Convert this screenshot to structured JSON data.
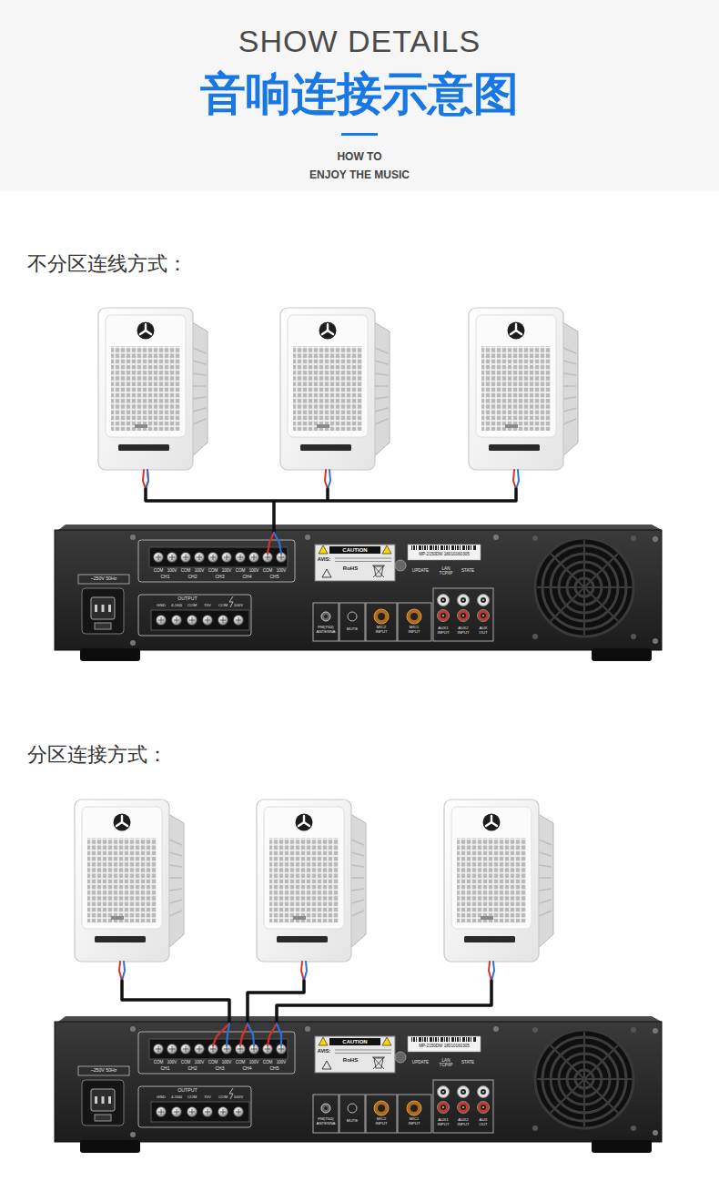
{
  "diagram": {
    "title": "音响连接示意图",
    "nodes": [
      {
        "text": [
          "COM",
          "100V",
          "COM",
          "100V",
          "COM",
          "100V",
          "COM",
          "100V",
          "COM",
          "100V",
          "CH1",
          "CH2",
          "CH3",
          "CH4",
          "CH5",
          "CAUTION",
          "AVIS:",
          "RoHS",
          "MP-2150DW 18010160305",
          "UPDATE",
          "LAN TCP/IP",
          "STATE",
          "~250V 50Hz",
          "OUTPUT",
          "GND",
          "4-16Ω",
          "COM",
          "70V",
          "COM",
          "100V",
          "FM(75Ω) ANTENNA",
          "MUTE",
          "MIC2 INPUT",
          "MIC1 INPUT",
          "AUX1 INPUT",
          "AUX2 INPUT",
          "AUX OUT"
        ]
      },
      {
        "text": [
          "COM",
          "100V",
          "COM",
          "100V",
          "COM",
          "100V",
          "COM",
          "100V",
          "COM",
          "100V",
          "CH1",
          "CH2",
          "CH3",
          "CH4",
          "CH5",
          "CAUTION",
          "AVIS:",
          "RoHS",
          "MP-2150DW 18010160305",
          "UPDATE",
          "LAN TCP/IP",
          "STATE",
          "~250V 50Hz",
          "OUTPUT",
          "GND",
          "4-16Ω",
          "COM",
          "70V",
          "COM",
          "100V",
          "FM(75Ω) ANTENNA",
          "MUTE",
          "MIC2 INPUT",
          "MIC1 INPUT",
          "AUX1 INPUT",
          "AUX2 INPUT",
          "AUX OUT"
        ]
      }
    ],
    "labels": [
      "SHOW DETAILS",
      "HOW TO",
      "ENJOY THE MUSIC",
      "不分区连线方式：",
      "分区连接方式："
    ]
  }
}
